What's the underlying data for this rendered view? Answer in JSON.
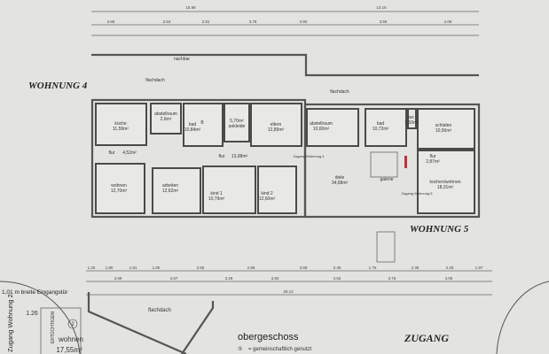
{
  "neighbors_label": "nachbar",
  "roofs": {
    "flachdach_left": "flachdach",
    "flachdach_right": "flachdach",
    "flachdach_bottom": "flachdach"
  },
  "units": {
    "left": "WOHNUNG 4",
    "right": "WOHNUNG 5"
  },
  "rooms": [
    {
      "name": "küche",
      "area": "11,59m²"
    },
    {
      "name": "abstellraum",
      "area": "2,6m²"
    },
    {
      "name": "bad",
      "area": "10,84m²"
    },
    {
      "name": "ankleide",
      "area": "5,70m²"
    },
    {
      "name": "eltern",
      "area": "12,89m²"
    },
    {
      "name": "flur",
      "area": "4,52m²"
    },
    {
      "name": "flur",
      "area": "13,98m²"
    },
    {
      "name": "wohnen",
      "area": "12,70m²"
    },
    {
      "name": "arbeiten",
      "area": "12,62m²"
    },
    {
      "name": "kind 1",
      "area": "10,79m²"
    },
    {
      "name": "kind 2",
      "area": "12,60m²"
    },
    {
      "name": "abstellraum",
      "area": "10,60m²"
    },
    {
      "name": "bad",
      "area": "10,72m²"
    },
    {
      "name": "wc",
      "area": "1,59m²"
    },
    {
      "name": "schlafen",
      "area": "10,56m²"
    },
    {
      "name": "flur",
      "area": "2,87m²"
    },
    {
      "name": "diele",
      "area": "34,68m²"
    },
    {
      "name": "kochen/wohnen",
      "area": "18,31m²"
    }
  ],
  "misc_labels": {
    "galerie": "galerie",
    "zugang_w4": "Zugang Wohnung 4",
    "zugang_w5": "Zugang Wohnung 5",
    "b_mark": "B"
  },
  "dims_top_1": [
    "3.69",
    "2.53",
    "2.91",
    "3.78",
    "3.90",
    "3.55",
    "4.06"
  ],
  "dims_top_total": "15.98",
  "dims_top_total_right": "13.15",
  "dims_bottom_1": [
    "1.26",
    "1.80",
    "1.81",
    "1.80",
    "2.65",
    "2.85",
    "3.69",
    "2.45",
    "1.76",
    "2.38",
    "2.25",
    "1.97"
  ],
  "dims_bottom_2": [
    "3.69",
    "3.87",
    "3.29",
    "3.93",
    "4.62",
    "3.76",
    "4.06"
  ],
  "dims_bottom_total": "29.13",
  "footer": {
    "title": "obergeschoss",
    "legend_symbol": "⑤",
    "legend_text": "=  gemeinschaftlich genutzt",
    "zugang": "ZUGANG",
    "left_note": "1,01 m breite Eingangstür",
    "left_dim": "1.26",
    "left_zugang": "Zugang Wohnung 2",
    "left_room_num": "2",
    "left_room": "wohnen",
    "left_area": "17,55m²",
    "left_vertical": "ERTÜCHTIGEN"
  }
}
